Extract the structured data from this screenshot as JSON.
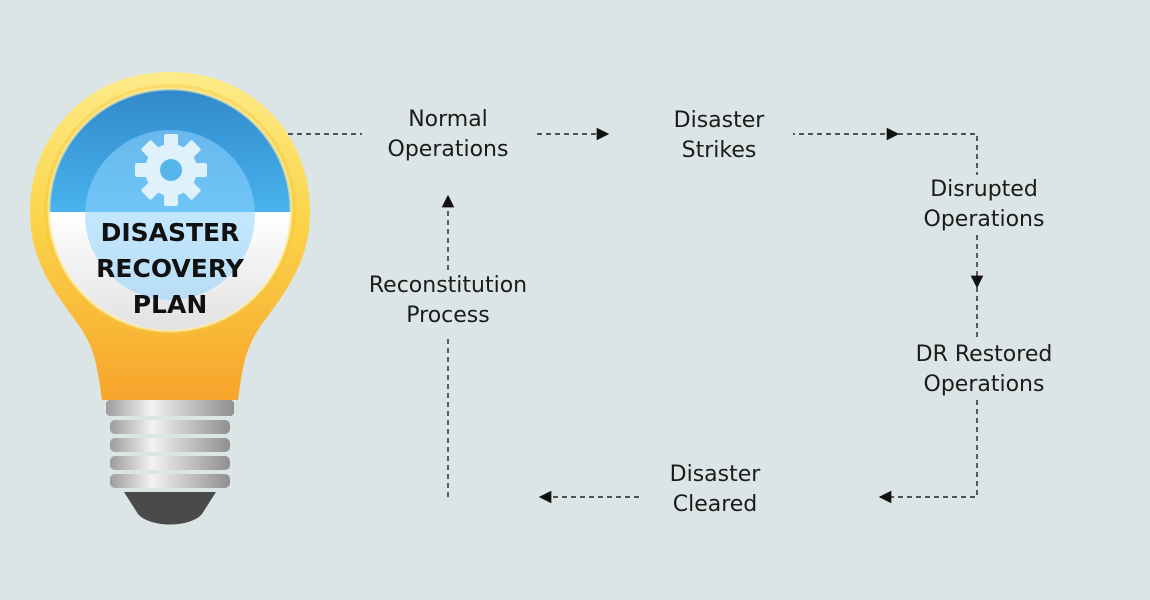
{
  "bulb": {
    "title_lines": [
      "DISASTER",
      "RECOVERY",
      "PLAN"
    ],
    "icon": "gear-icon"
  },
  "stages": [
    {
      "id": "normal-operations",
      "lines": [
        "Normal",
        "Operations"
      ]
    },
    {
      "id": "disaster-strikes",
      "lines": [
        "Disaster",
        "Strikes"
      ]
    },
    {
      "id": "disrupted-operations",
      "lines": [
        "Disrupted",
        "Operations"
      ]
    },
    {
      "id": "dr-restored-operations",
      "lines": [
        "DR Restored",
        "Operations"
      ]
    },
    {
      "id": "disaster-cleared",
      "lines": [
        "Disaster",
        "Cleared"
      ]
    },
    {
      "id": "reconstitution-process",
      "lines": [
        "Reconstitution",
        "Process"
      ]
    }
  ],
  "colors": {
    "background": "#dce5e5",
    "bulb_yellow": "#fbd54a",
    "bulb_orange": "#f9a62c",
    "bulb_blue": "#3aa3e2",
    "line": "#222222"
  }
}
